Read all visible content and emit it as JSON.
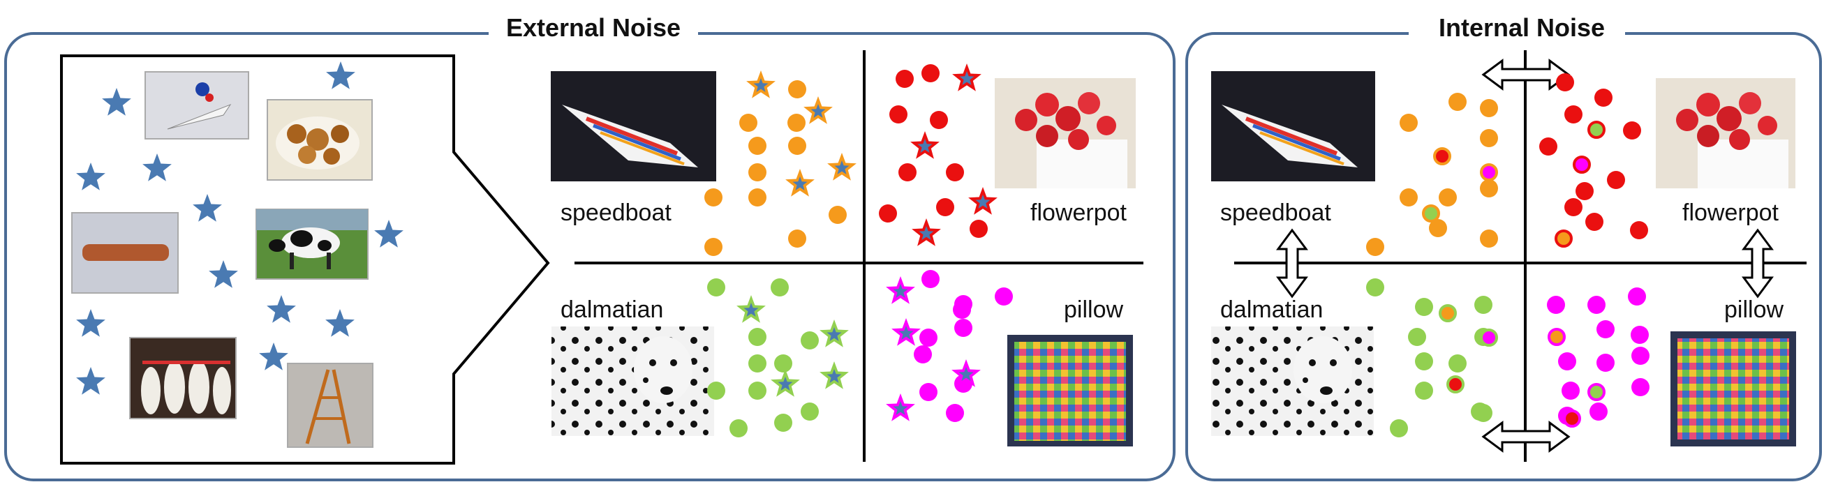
{
  "panels": {
    "external": {
      "title": "External Noise"
    },
    "internal": {
      "title": "Internal Noise"
    }
  },
  "classes": {
    "speedboat": "speedboat",
    "flowerpot": "flowerpot",
    "dalmatian": "dalmatian",
    "pillow": "pillow"
  },
  "colors": {
    "frame": "#4a6b95",
    "star": "#4a7ab2",
    "speedboat": "#f59a1c",
    "flowerpot": "#ea1010",
    "dalmatian": "#92d050",
    "pillow": "#ff00ff",
    "axis": "#000000"
  },
  "noise_images": [
    "toy-sailboat-photo",
    "food-plate-photo",
    "comb-photo",
    "cow-photo",
    "bowling-pins-photo",
    "ladder-photo"
  ],
  "icons": [
    "star-icon",
    "circle-icon",
    "double-arrow-icon",
    "block-arrow-icon"
  ]
}
